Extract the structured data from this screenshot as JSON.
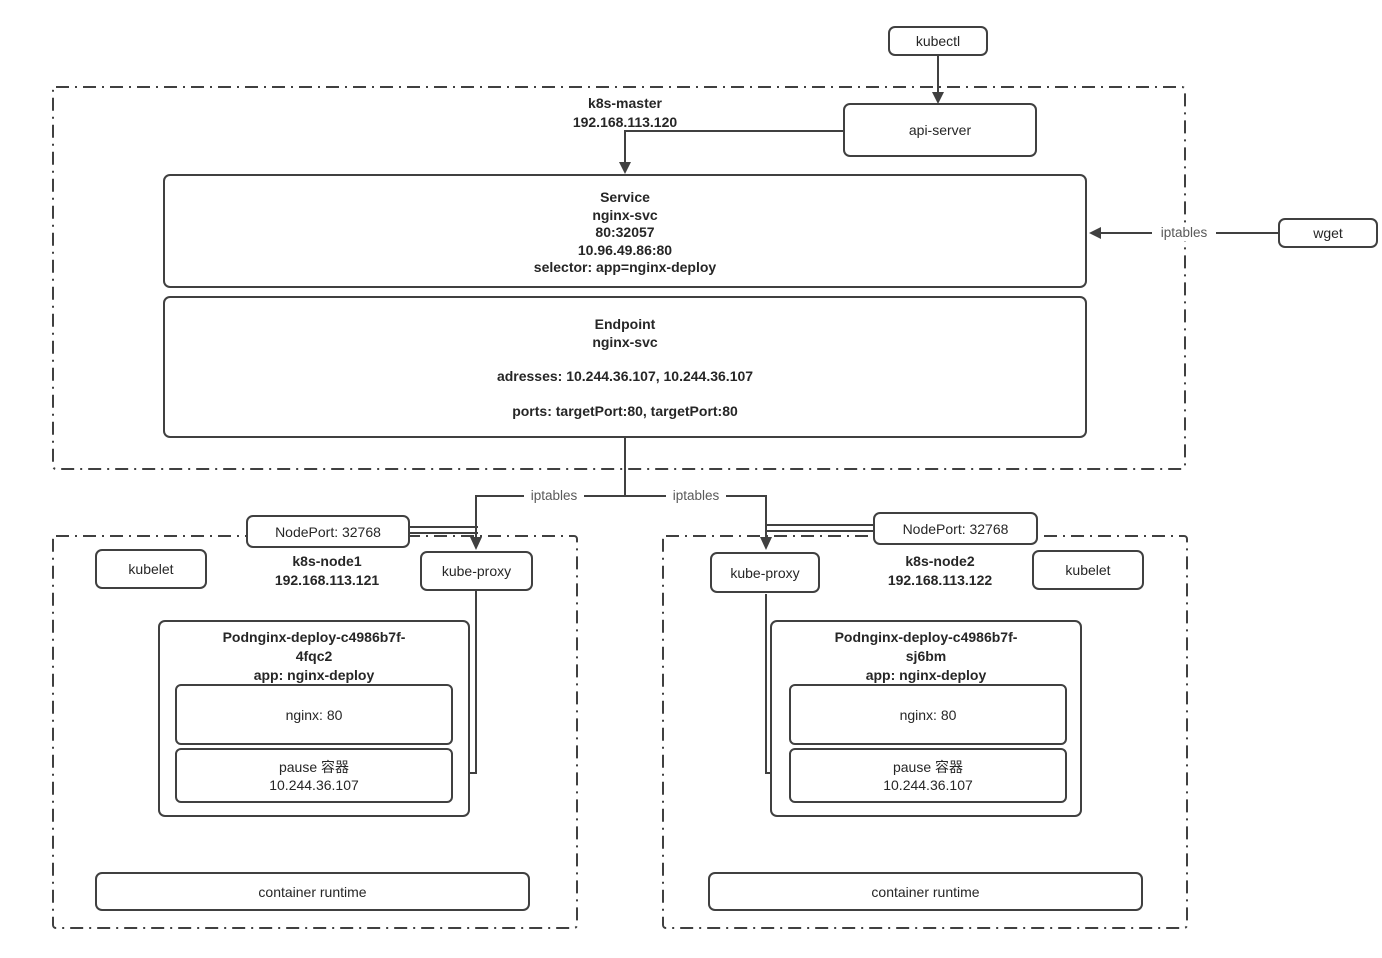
{
  "colors": {
    "line": "#404040",
    "text": "#262626",
    "muted": "#595959",
    "background": "#ffffff"
  },
  "kubectl": {
    "label": "kubectl"
  },
  "wget": {
    "label": "wget"
  },
  "iptables": {
    "wget_label": "iptables",
    "branch_left_label": "iptables",
    "branch_right_label": "iptables"
  },
  "master": {
    "name": "k8s-master",
    "ip": "192.168.113.120",
    "api_server": {
      "label": "api-server"
    },
    "service": {
      "title": "Service",
      "name": "nginx-svc",
      "nodeport_map": "80:32057",
      "cluster_ip": "10.96.49.86:80",
      "selector": "selector: app=nginx-deploy"
    },
    "endpoint": {
      "title": "Endpoint",
      "name": "nginx-svc",
      "addresses": "adresses: 10.244.36.107, 10.244.36.107",
      "ports": "ports: targetPort:80, targetPort:80"
    }
  },
  "node1": {
    "name": "k8s-node1",
    "ip": "192.168.113.121",
    "nodeport": {
      "label": "NodePort: 32768"
    },
    "kubelet": {
      "label": "kubelet"
    },
    "kube_proxy": {
      "label": "kube-proxy"
    },
    "pod": {
      "title_line1": "Podnginx-deploy-c4986b7f-",
      "title_line2": "4fqc2",
      "app_label": "app: nginx-deploy",
      "nginx": {
        "label": "nginx: 80"
      },
      "pause": {
        "label": "pause 容器",
        "ip": "10.244.36.107"
      }
    },
    "container_runtime": {
      "label": "container runtime"
    }
  },
  "node2": {
    "name": "k8s-node2",
    "ip": "192.168.113.122",
    "nodeport": {
      "label": "NodePort: 32768"
    },
    "kubelet": {
      "label": "kubelet"
    },
    "kube_proxy": {
      "label": "kube-proxy"
    },
    "pod": {
      "title_line1": "Podnginx-deploy-c4986b7f-",
      "title_line2": "sj6bm",
      "app_label": "app: nginx-deploy",
      "nginx": {
        "label": "nginx: 80"
      },
      "pause": {
        "label": "pause 容器",
        "ip": "10.244.36.107"
      }
    },
    "container_runtime": {
      "label": "container runtime"
    }
  }
}
